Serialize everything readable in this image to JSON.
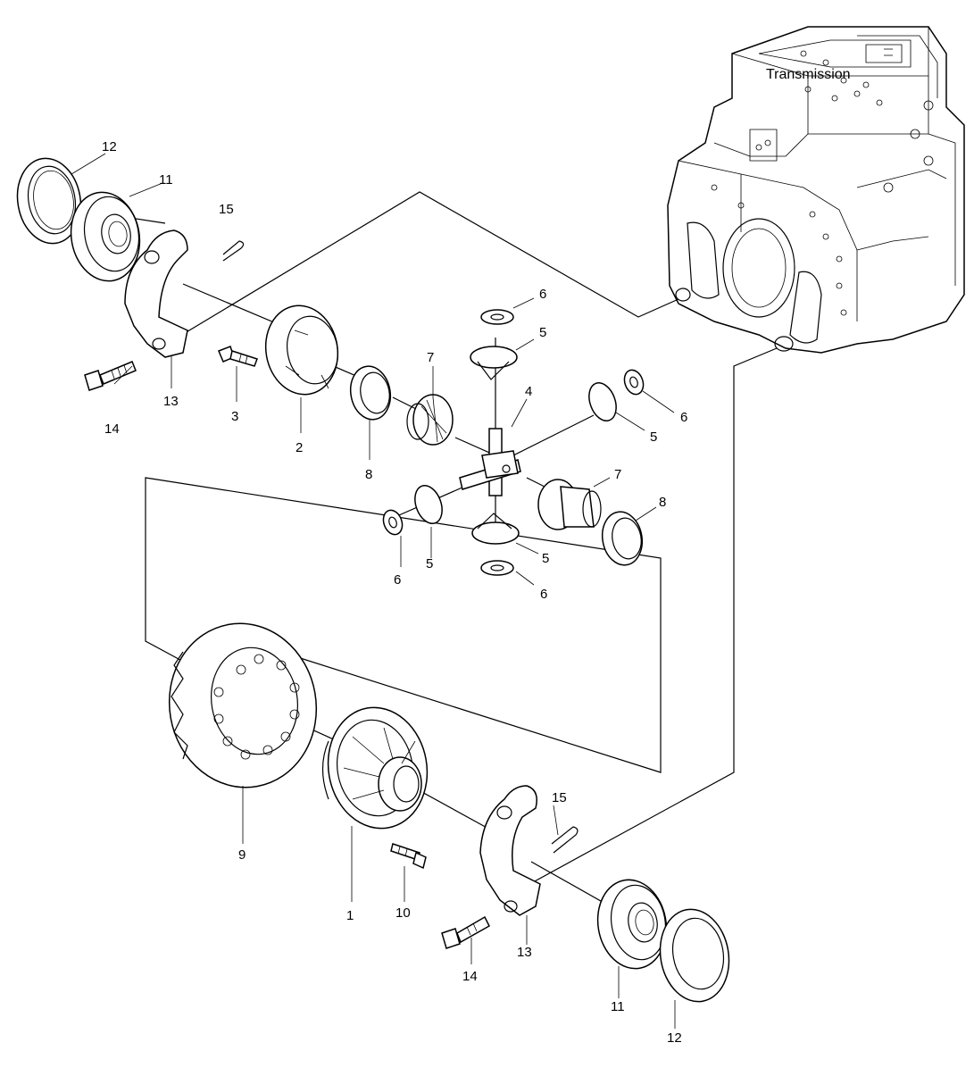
{
  "title": "Transmission",
  "labels": {
    "l12a": "12",
    "l11a": "11",
    "l15a": "15",
    "l13a": "13",
    "l14a": "14",
    "l3": "3",
    "l2": "2",
    "l8a": "8",
    "l7a": "7",
    "l6a": "6",
    "l5a": "5",
    "l4": "4",
    "l6b": "6",
    "l5b": "5",
    "l7b": "7",
    "l8b": "8",
    "l6c": "6",
    "l5c": "5",
    "l5d": "5",
    "l6d": "6",
    "l9": "9",
    "l1": "1",
    "l10": "10",
    "l15b": "15",
    "l13b": "13",
    "l14b": "14",
    "l11b": "11",
    "l12b": "12"
  }
}
